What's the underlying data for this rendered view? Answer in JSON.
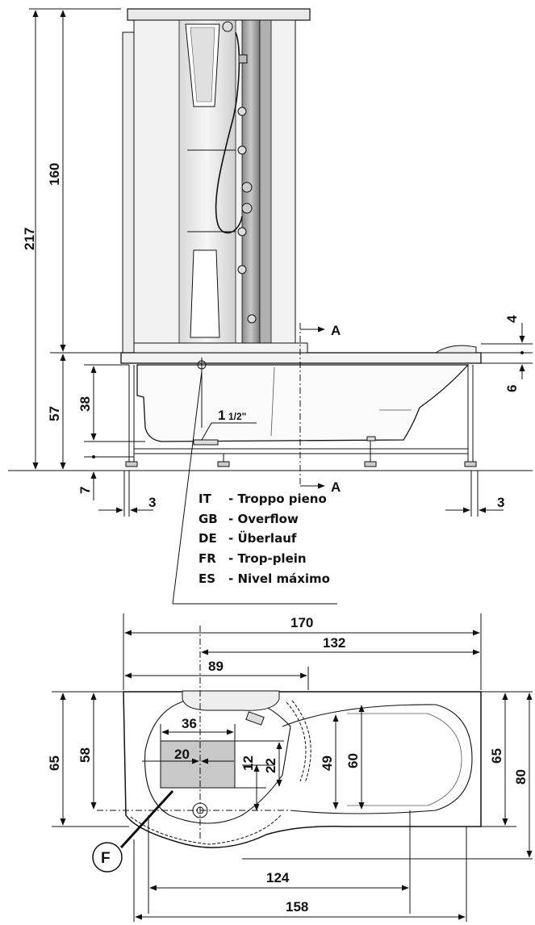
{
  "side_view": {
    "height_total": "217",
    "height_column": "160",
    "height_tub": "57",
    "height_tub_inner": "38",
    "foot_height": "7",
    "offset_left": "3",
    "offset_right": "3",
    "rim_top": "4",
    "rim_bottom": "6",
    "drain_size": "1",
    "drain_fraction": "1/2\"",
    "section_label_top": "A",
    "section_label_bottom": "A"
  },
  "legend": [
    {
      "code": "IT",
      "text": "- Troppo pieno"
    },
    {
      "code": "GB",
      "text": "- Overflow"
    },
    {
      "code": "DE",
      "text": "- Überlauf"
    },
    {
      "code": "FR",
      "text": "- Trop-plein"
    },
    {
      "code": "ES",
      "text": "- Nivel máximo"
    }
  ],
  "top_view": {
    "width_total": "170",
    "width_right": "132",
    "width_left": "89",
    "width_panel": "36",
    "width_panel_inner": "20",
    "height_left_outer": "65",
    "height_left_inner": "58",
    "height_panel_12": "12",
    "height_panel_22": "22",
    "height_49": "49",
    "height_60": "60",
    "height_right_65": "65",
    "height_right_80": "80",
    "width_bottom_124": "124",
    "width_bottom_158": "158",
    "callout_f": "F"
  }
}
